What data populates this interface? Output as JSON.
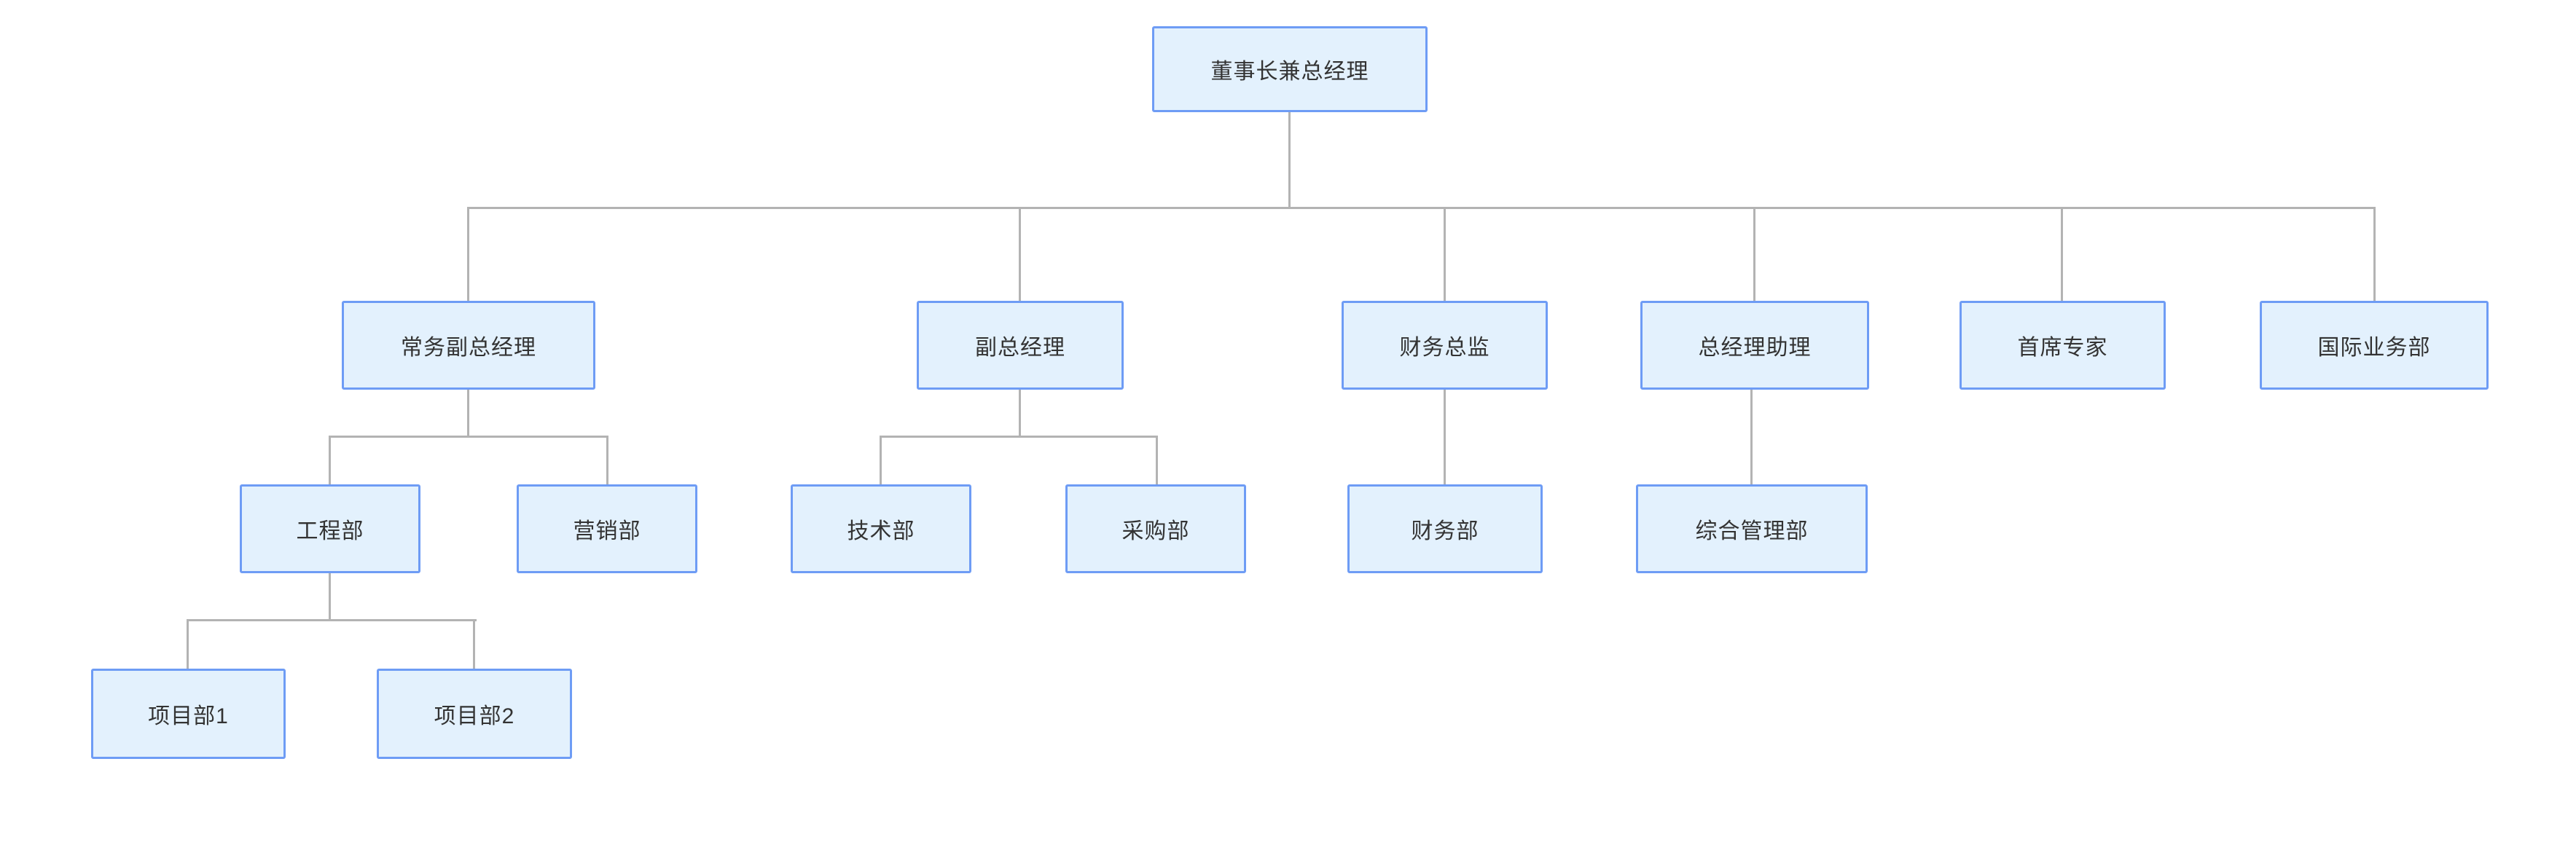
{
  "diagram": {
    "type": "org-chart",
    "colors": {
      "node_fill": "#E3F1FD",
      "node_border": "#6E9CF5",
      "connector": "#B3B3B3",
      "text": "#333333",
      "canvas_bg": "#FFFFFF"
    },
    "nodes": [
      {
        "id": "chairman-gm",
        "label": "董事长兼总经理",
        "parent": null
      },
      {
        "id": "exec-deputy-gm",
        "label": "常务副总经理",
        "parent": "chairman-gm"
      },
      {
        "id": "deputy-gm",
        "label": "副总经理",
        "parent": "chairman-gm"
      },
      {
        "id": "finance-director",
        "label": "财务总监",
        "parent": "chairman-gm"
      },
      {
        "id": "gm-assistant",
        "label": "总经理助理",
        "parent": "chairman-gm"
      },
      {
        "id": "chief-expert",
        "label": "首席专家",
        "parent": "chairman-gm"
      },
      {
        "id": "intl-business-dept",
        "label": "国际业务部",
        "parent": "chairman-gm"
      },
      {
        "id": "engineering-dept",
        "label": "工程部",
        "parent": "exec-deputy-gm"
      },
      {
        "id": "marketing-dept",
        "label": "营销部",
        "parent": "exec-deputy-gm"
      },
      {
        "id": "technology-dept",
        "label": "技术部",
        "parent": "deputy-gm"
      },
      {
        "id": "procurement-dept",
        "label": "采购部",
        "parent": "deputy-gm"
      },
      {
        "id": "finance-dept",
        "label": "财务部",
        "parent": "finance-director"
      },
      {
        "id": "general-mgmt-dept",
        "label": "综合管理部",
        "parent": "gm-assistant"
      },
      {
        "id": "project-dept-1",
        "label": "项目部1",
        "parent": "engineering-dept"
      },
      {
        "id": "project-dept-2",
        "label": "项目部2",
        "parent": "engineering-dept"
      }
    ]
  }
}
